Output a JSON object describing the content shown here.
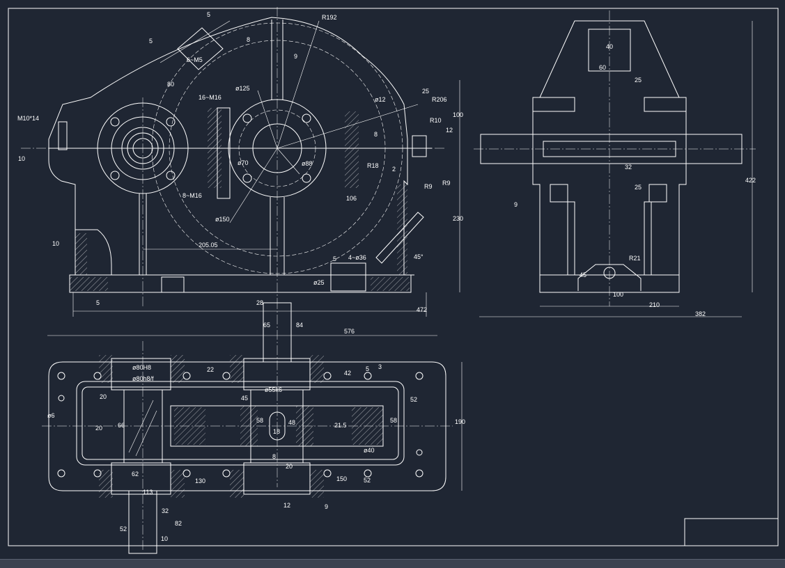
{
  "colors": {
    "background": "#1f2633",
    "lines": "#ffffff",
    "statusbar": "#3b4250"
  },
  "front_view": {
    "dims": {
      "r192": "R192",
      "d5a": "5",
      "d5b": "5",
      "d8": "8",
      "m5": "6~M5",
      "d80": "80",
      "d9": "9",
      "phi125": "ø125",
      "m16a": "16~M16",
      "phi12": "ø12",
      "d25": "25",
      "r206": "R206",
      "m10": "M10*14",
      "d10a": "10",
      "r10": "R10",
      "d100": "100",
      "d12": "12",
      "d8b": "8",
      "r18": "R18",
      "d2": "2",
      "phi70": "ø70",
      "phi88": "ø88",
      "r9a": "R9",
      "r9b": "R9",
      "m16b": "8~M16",
      "d106": "106",
      "phi150": "ø150",
      "d230": "230",
      "d10b": "10",
      "d20505": "205.05",
      "d5c": "5",
      "hole": "4~ø36",
      "a45": "45°",
      "phi25": "ø25",
      "d5d": "5",
      "d472": "472"
    }
  },
  "side_view": {
    "dims": {
      "d40": "40",
      "d60": "60",
      "d25a": "25",
      "d32": "32",
      "d25b": "25",
      "d9": "9",
      "d422": "422",
      "r21": "R21",
      "d45": "45",
      "d100": "100",
      "d210": "210",
      "d382": "382"
    }
  },
  "top_view": {
    "dims": {
      "d28": "28",
      "d65": "65",
      "d84": "84",
      "d576": "576",
      "phi80h8": "ø80H8",
      "fit": "ø80h8/f",
      "d22": "22",
      "d42": "42",
      "d5": "5",
      "d3": "3",
      "phi55k6": "ø55k6",
      "d20a": "20",
      "d45": "45",
      "d52a": "52",
      "phi6": "ø6",
      "d20b": "20",
      "d66": "66",
      "d58a": "58",
      "d48": "48",
      "d215": "21.5",
      "d58b": "58",
      "d190": "190",
      "d18": "18",
      "phi40": "ø40",
      "d8": "8",
      "d62": "62",
      "d20c": "20",
      "d130": "130",
      "d150": "150",
      "d52b": "52",
      "d113": "113",
      "d32": "32",
      "d12": "12",
      "d9": "9",
      "d82": "82",
      "d52c": "52",
      "d10": "10"
    }
  }
}
